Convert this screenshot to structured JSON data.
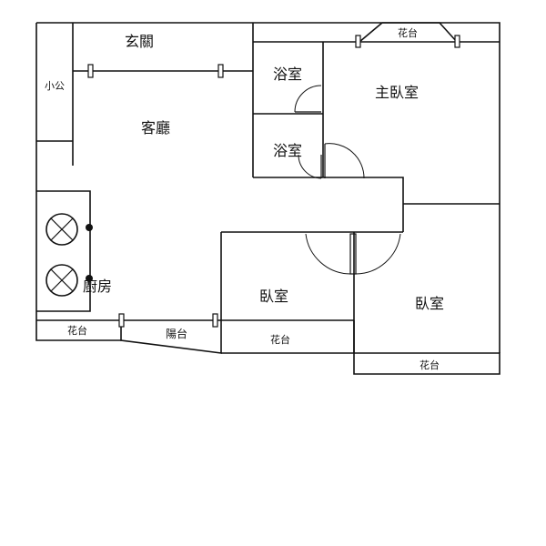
{
  "rooms": {
    "entrance": "玄關",
    "small_office": "小公",
    "living_room": "客廳",
    "bathroom_1": "浴室",
    "bathroom_2": "浴室",
    "master_bedroom": "主臥室",
    "kitchen": "廚房",
    "bedroom_1": "臥室",
    "bedroom_2": "臥室",
    "balcony": "陽台",
    "planter_top": "花台",
    "planter_kitchen": "花台",
    "planter_mid": "花台",
    "planter_right": "花台"
  },
  "fixtures": {
    "stove_icon": "gas-burner-icon",
    "door_icon": "door-swing-icon"
  },
  "colors": {
    "line": "#111111",
    "background": "#ffffff"
  }
}
